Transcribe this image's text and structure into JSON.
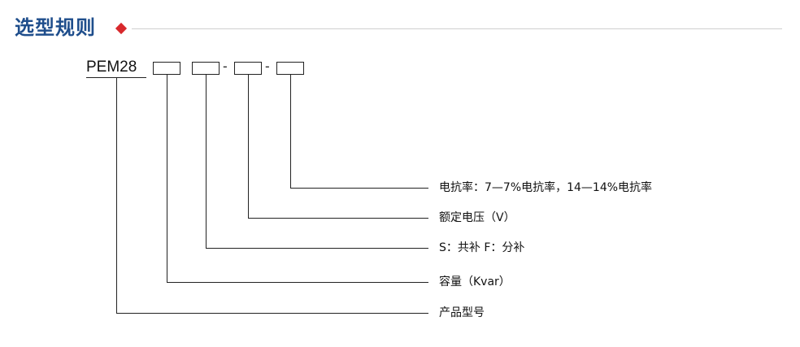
{
  "section": {
    "title": "选型规则"
  },
  "model": {
    "prefix": "PEM28",
    "separator": "-"
  },
  "fields": [
    {
      "label": "电抗率：7—7%电抗率，14—14%电抗率"
    },
    {
      "label": "额定电压（V）"
    },
    {
      "label": "S：共补 F：分补"
    },
    {
      "label": "容量（Kvar）"
    },
    {
      "label": "产品型号"
    }
  ],
  "colors": {
    "title": "#1f4e8c",
    "accent": "#d8282c",
    "line": "#222222",
    "rule": "#cfcfcf"
  },
  "icons": {
    "marker": "diamond-icon"
  }
}
